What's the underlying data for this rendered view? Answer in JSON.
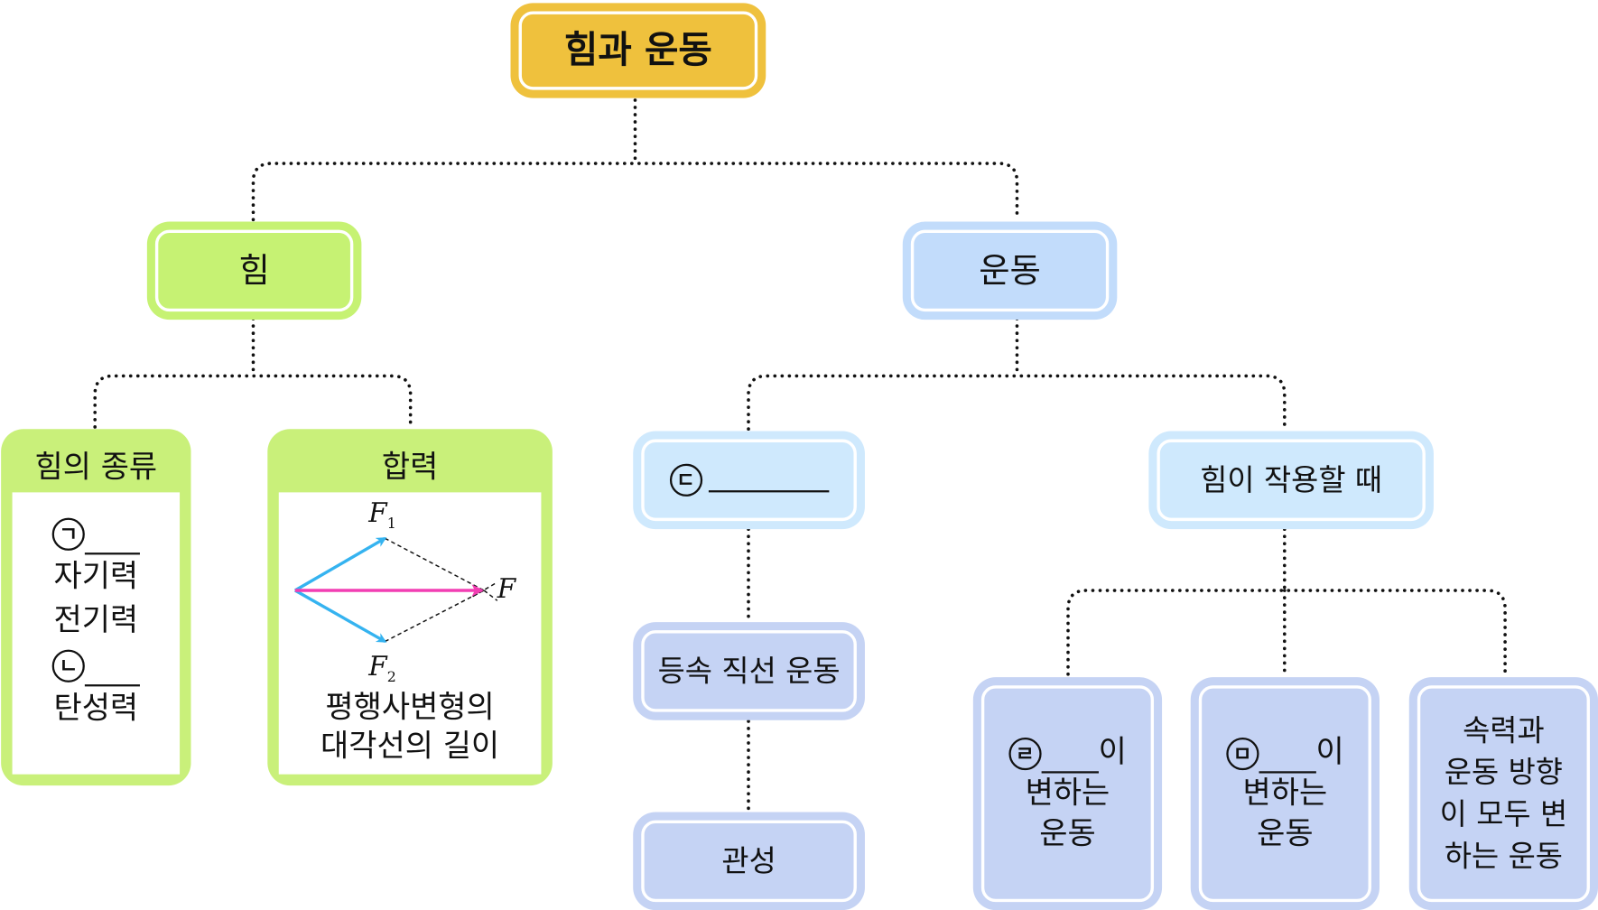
{
  "root": {
    "label": "힘과 운동"
  },
  "force": {
    "label": "힘",
    "kinds": {
      "title": "힘의 종류",
      "items": [
        {
          "marker": "ㄱ",
          "blank": true
        },
        {
          "text": "자기력"
        },
        {
          "text": "전기력"
        },
        {
          "marker": "ㄴ",
          "blank": true
        },
        {
          "text": "탄성력"
        }
      ]
    },
    "resultant": {
      "title": "합력",
      "vector_labels": {
        "f1": "F",
        "f1_sub": "1",
        "f2": "F",
        "f2_sub": "2",
        "f": "F"
      },
      "vector_colors": {
        "components": "#35b3f0",
        "resultant": "#f23eb3"
      },
      "caption_line1": "평행사변형의",
      "caption_line2": "대각선의 길이"
    }
  },
  "motion": {
    "label": "운동",
    "no_force": {
      "marker": "ㄷ",
      "blank": true,
      "children": [
        "등속 직선 운동",
        "관성"
      ]
    },
    "with_force": {
      "label": "힘이 작용할 때",
      "children": [
        {
          "marker": "ㄹ",
          "suffix": "이",
          "line2": "변하는",
          "line3": "운동"
        },
        {
          "marker": "ㅁ",
          "suffix": "이",
          "line2": "변하는",
          "line3": "운동"
        },
        {
          "lines": [
            "속력과",
            "운동 방향",
            "이 모두 변",
            "하는 운동"
          ]
        }
      ]
    }
  },
  "colors": {
    "root": "#efc13d",
    "force": "#c6f273",
    "motion": "#c2dcfb",
    "motion_sub": "#cfe9fd",
    "leaf": "#c5d3f4",
    "connector": "#111111"
  }
}
